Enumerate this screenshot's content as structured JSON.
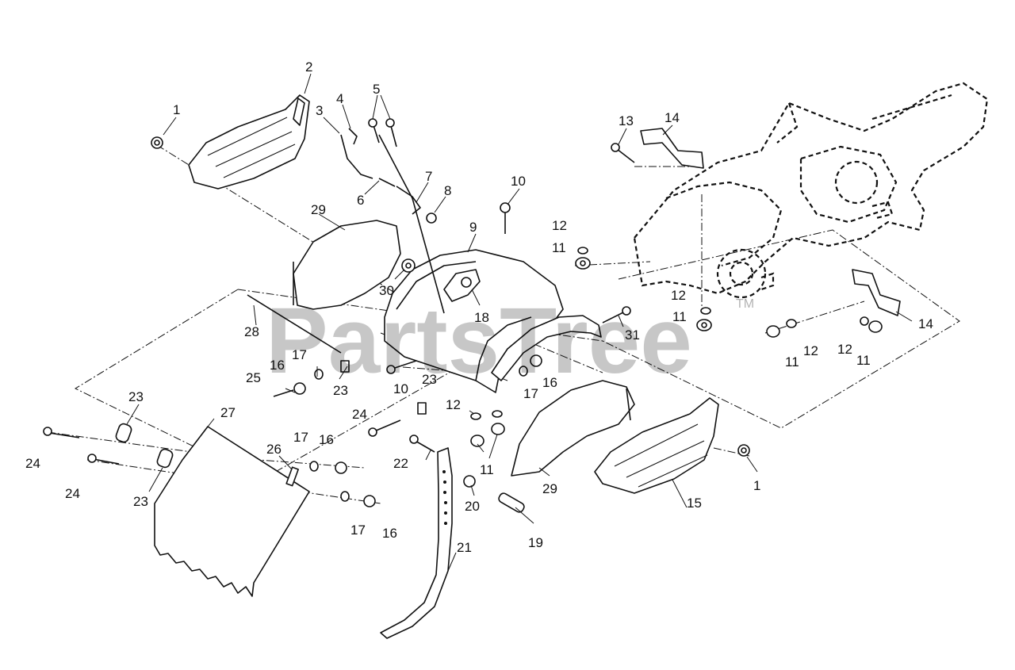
{
  "watermark": {
    "text": "PartsTree",
    "trademark": "TM"
  },
  "callouts": {
    "c1a": "1",
    "c1b": "1",
    "c2": "2",
    "c3": "3",
    "c4": "4",
    "c5": "5",
    "c6": "6",
    "c7": "7",
    "c8": "8",
    "c9": "9",
    "c10a": "10",
    "c10b": "10",
    "c11a": "11",
    "c11b": "11",
    "c11c": "11",
    "c11d": "11",
    "c11e": "11",
    "c12a": "12",
    "c12b": "12",
    "c12c": "12",
    "c12d": "12",
    "c12e": "12",
    "c13": "13",
    "c14a": "14",
    "c14b": "14",
    "c15": "15",
    "c16a": "16",
    "c16b": "16",
    "c16c": "16",
    "c16d": "16",
    "c17a": "17",
    "c17b": "17",
    "c17c": "17",
    "c17d": "17",
    "c18": "18",
    "c19": "19",
    "c20": "20",
    "c21": "21",
    "c22": "22",
    "c23a": "23",
    "c23b": "23",
    "c23c": "23",
    "c23d": "23",
    "c24a": "24",
    "c24b": "24",
    "c24c": "24",
    "c25": "25",
    "c26": "26",
    "c27": "27",
    "c28": "28",
    "c29a": "29",
    "c29b": "29",
    "c30": "30",
    "c31": "31"
  }
}
